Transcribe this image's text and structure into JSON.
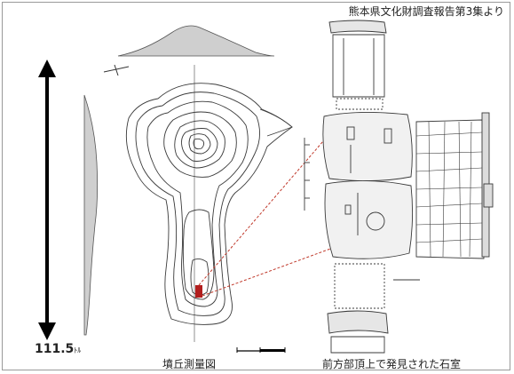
{
  "source_note": "熊本県文化財調査報告第3集より",
  "length_label": "111.5",
  "length_unit": "ﾄﾙ",
  "caption_mound": "墳丘測量図",
  "caption_chamber": "前方部頂上で発見された石室",
  "colors": {
    "frame": "#9a9a9a",
    "line": "#3a3a3a",
    "shade": "#cfcfcf",
    "arrow": "#000000",
    "highlight": "#b21e1e",
    "leader": "#c0392b"
  }
}
